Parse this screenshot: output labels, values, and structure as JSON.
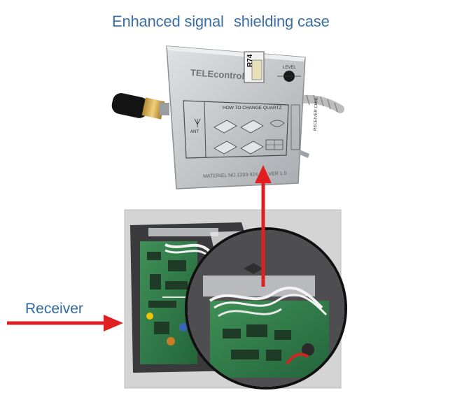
{
  "heading": {
    "part1": "Enhanced signal",
    "part2": "shielding case"
  },
  "case": {
    "brand": "TELEcontrol",
    "tag": "R74",
    "level_label": "LEVEL",
    "instructions_title": "HOW TO CHANGE QUARTZ",
    "ant_label": "ANT",
    "side_label": "RECEIVER CHNL",
    "serial": "MATERIEL NO.1203-924  -R1  VER 1.0"
  },
  "callout": {
    "label": "Receiver"
  },
  "colors": {
    "heading": "#3b6fa6",
    "label": "#2f6aa3",
    "arrow": "#e02020",
    "case_metal": "#c9cbce",
    "pcb": "#2e7d4a"
  }
}
